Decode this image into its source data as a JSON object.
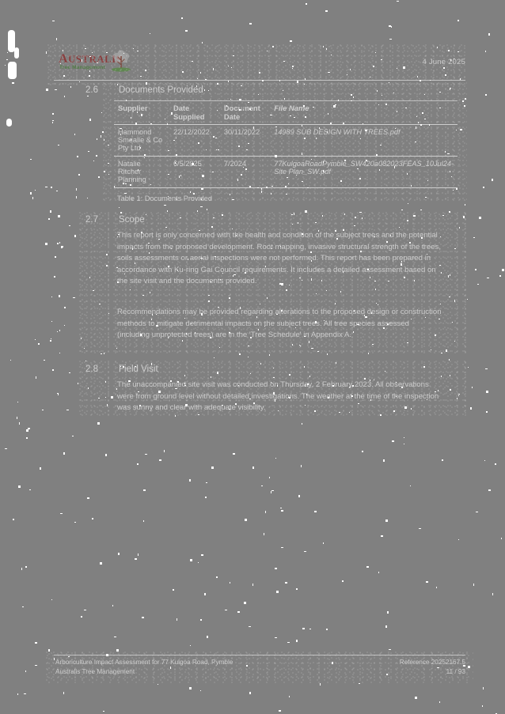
{
  "document": {
    "header": {
      "logo_word": "Australis",
      "logo_word_lead": "A",
      "logo_word_rest": "USTRALIS",
      "logo_subtitle": "Tree Management",
      "logo_icon": "tree-icon",
      "date": "4 June 2025",
      "brand_color": "#8a2020",
      "accent_color": "#3e7a2e"
    },
    "sections": [
      {
        "number": "2.6",
        "title": "Documents Provided"
      },
      {
        "number": "2.7",
        "title": "Scope"
      },
      {
        "number": "2.8",
        "title": "Field Visit"
      }
    ],
    "table": {
      "caption": "Table 1: Documents Provided",
      "columns": [
        "Supplier",
        "Date Supplied",
        "Document Date",
        "File Name"
      ],
      "rows": [
        {
          "supplier": "Hammond Smealie & Co Pty Ltd",
          "date_supplied": "22/12/2022",
          "document_date": "30/11/2022",
          "file_name": "14989 SUB DESIGN WITH TREES.pdf"
        },
        {
          "supplier": "Natalie Ritcher Planning",
          "date_supplied": "6/5/2025",
          "document_date": "7/2024",
          "file_name": "77KulgoaRoadPymble_SW420a082023FEAS_10Jul24-Site Plan_SW.pdf"
        }
      ]
    },
    "scope": {
      "paragraph_1": "This report is only concerned with the health and condition of the subject trees and the potential impacts from the proposed development. Root mapping, invasive structural strength of the trees, soils assessments or aerial inspections were not performed. This report has been prepared in accordance with Ku-ring Gai Council requirements. It includes a detailed assessment based on the site visit and the documents provided.",
      "paragraph_2": "Recommendations may be provided regarding alterations to the proposed design or construction methods to mitigate detrimental impacts on the subject trees. All tree species assessed (including unprotected trees) are in the 'Tree Schedule' in Appendix A."
    },
    "field_visit": {
      "paragraph_1": "The unaccompanied site visit was conducted on Thursday, 2 February 2023. All observations were from ground level without detailed investigations. The weather at the time of the inspection was sunny and clear with adequate visibility."
    },
    "footer": {
      "left_line_1": "Arboriculture Impact Assessment for 77 Kulgoa Road, Pymble",
      "left_line_2": "Australis Tree Management",
      "right_line_1": "Reference 20252167.5",
      "right_line_2": "11 / 93"
    }
  }
}
